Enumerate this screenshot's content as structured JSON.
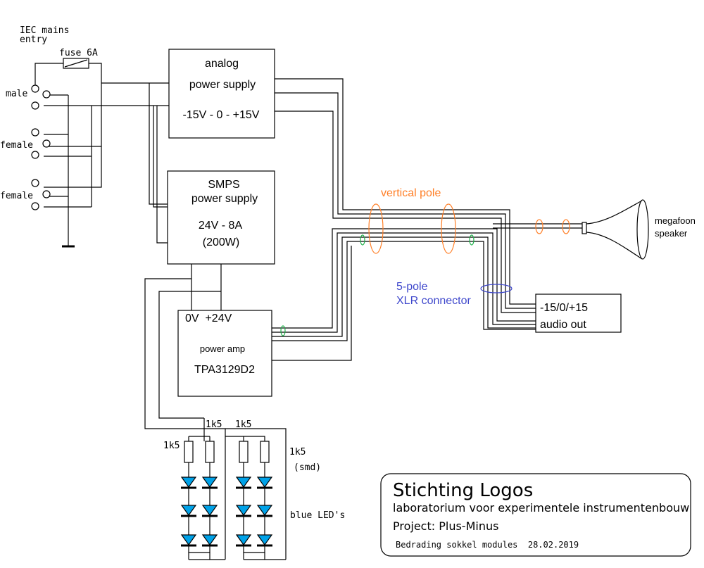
{
  "mains": {
    "line1": "IEC mains",
    "line2": "entry",
    "fuse": "fuse 6A",
    "male": "male",
    "female1": "female",
    "female2": "female"
  },
  "analog_ps": {
    "line1": "analog",
    "line2": "power supply",
    "line3": "-15V - 0 - +15V"
  },
  "smps": {
    "line1": "SMPS",
    "line2": "power supply",
    "line3": "24V - 8A",
    "line4": "(200W)"
  },
  "amp": {
    "rails": "0V  +24V",
    "label": "power amp",
    "chip": "TPA3129D2"
  },
  "pole": {
    "label": "vertical pole",
    "color": "#ff7f27"
  },
  "xlr": {
    "line1": "5-pole",
    "line2": "XLR connector",
    "color": "#3f48cc"
  },
  "connector": {
    "line1": "-15/0/+15",
    "line2": "audio out"
  },
  "speaker": {
    "line1": "megafoon",
    "line2": "speaker"
  },
  "leds": {
    "r1": "1k5",
    "r2": "1k5",
    "r3": "1k5",
    "r4": "1k5",
    "smd": "(smd)",
    "label": "blue LED's",
    "color": "#00a2e8"
  },
  "title_block": {
    "title": "Stichting Logos",
    "subtitle": "laboratorium voor experimentele instrumentenbouw",
    "project": "Project: Plus-Minus",
    "footer": "Bedrading sokkel modules  28.02.2019"
  }
}
